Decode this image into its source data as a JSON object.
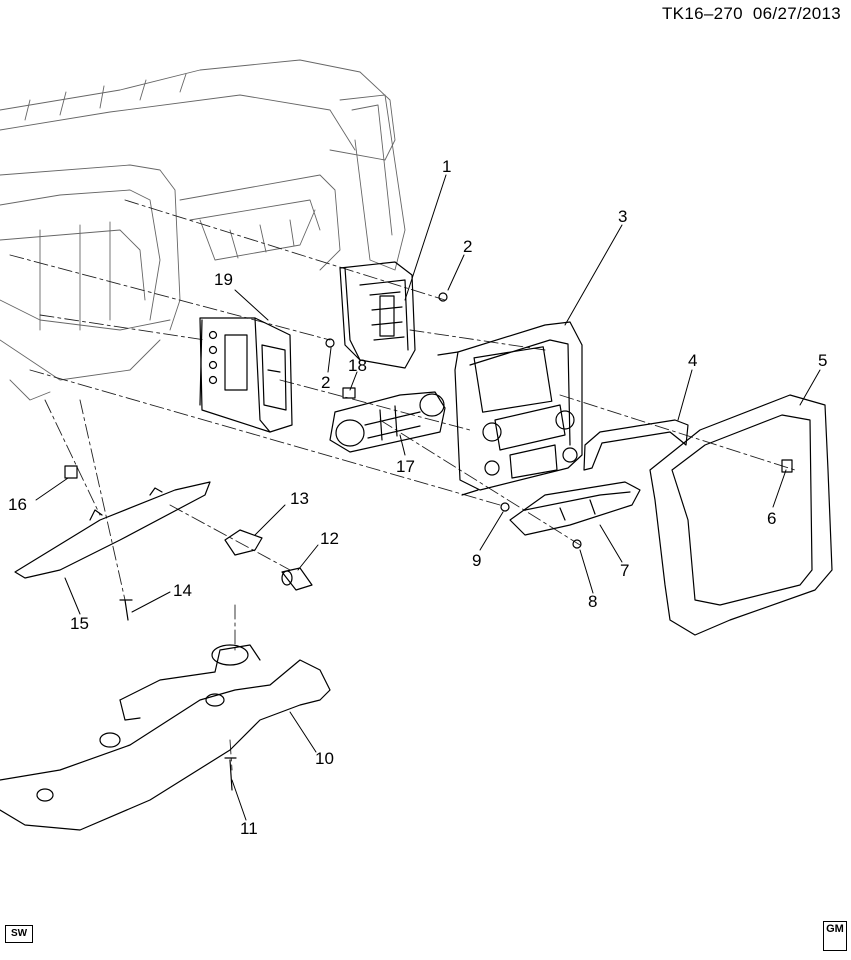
{
  "header": {
    "code": "TK16–270",
    "date": "06/27/2013"
  },
  "callouts": [
    {
      "n": "1"
    },
    {
      "n": "2"
    },
    {
      "n": "2"
    },
    {
      "n": "3"
    },
    {
      "n": "4"
    },
    {
      "n": "5"
    },
    {
      "n": "6"
    },
    {
      "n": "7"
    },
    {
      "n": "8"
    },
    {
      "n": "9"
    },
    {
      "n": "10"
    },
    {
      "n": "11"
    },
    {
      "n": "12"
    },
    {
      "n": "13"
    },
    {
      "n": "14"
    },
    {
      "n": "15"
    },
    {
      "n": "16"
    },
    {
      "n": "17"
    },
    {
      "n": "18"
    },
    {
      "n": "19"
    }
  ],
  "footer": {
    "left_badge": "SW",
    "right_logo": "GM"
  }
}
